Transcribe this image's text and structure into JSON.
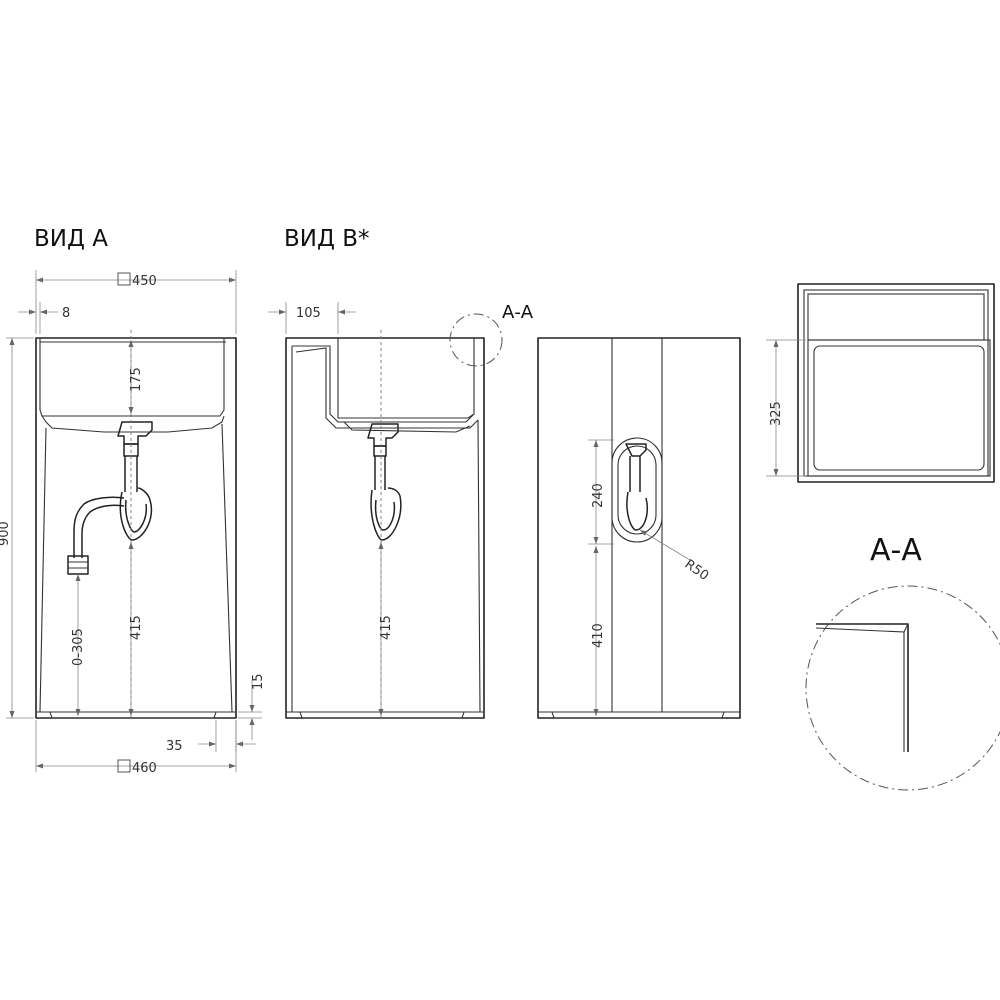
{
  "titles": {
    "view_a": "ВИД А",
    "view_b": "ВИД В*",
    "section_label": "А-А",
    "section_title": "А-А"
  },
  "dimensions": {
    "width_top": "450",
    "wall_offset": "8",
    "bowl_depth": "175",
    "height_total": "900",
    "outlet_height_a": "415",
    "wall_outlet_range": "0-305",
    "plinth_height": "15",
    "plinth_inset": "35",
    "width_bottom": "460",
    "side_offset": "105",
    "outlet_height_b": "415",
    "opening_height": "240",
    "radius": "R50",
    "opening_base": "410",
    "bowl_depth_plan": "325"
  }
}
